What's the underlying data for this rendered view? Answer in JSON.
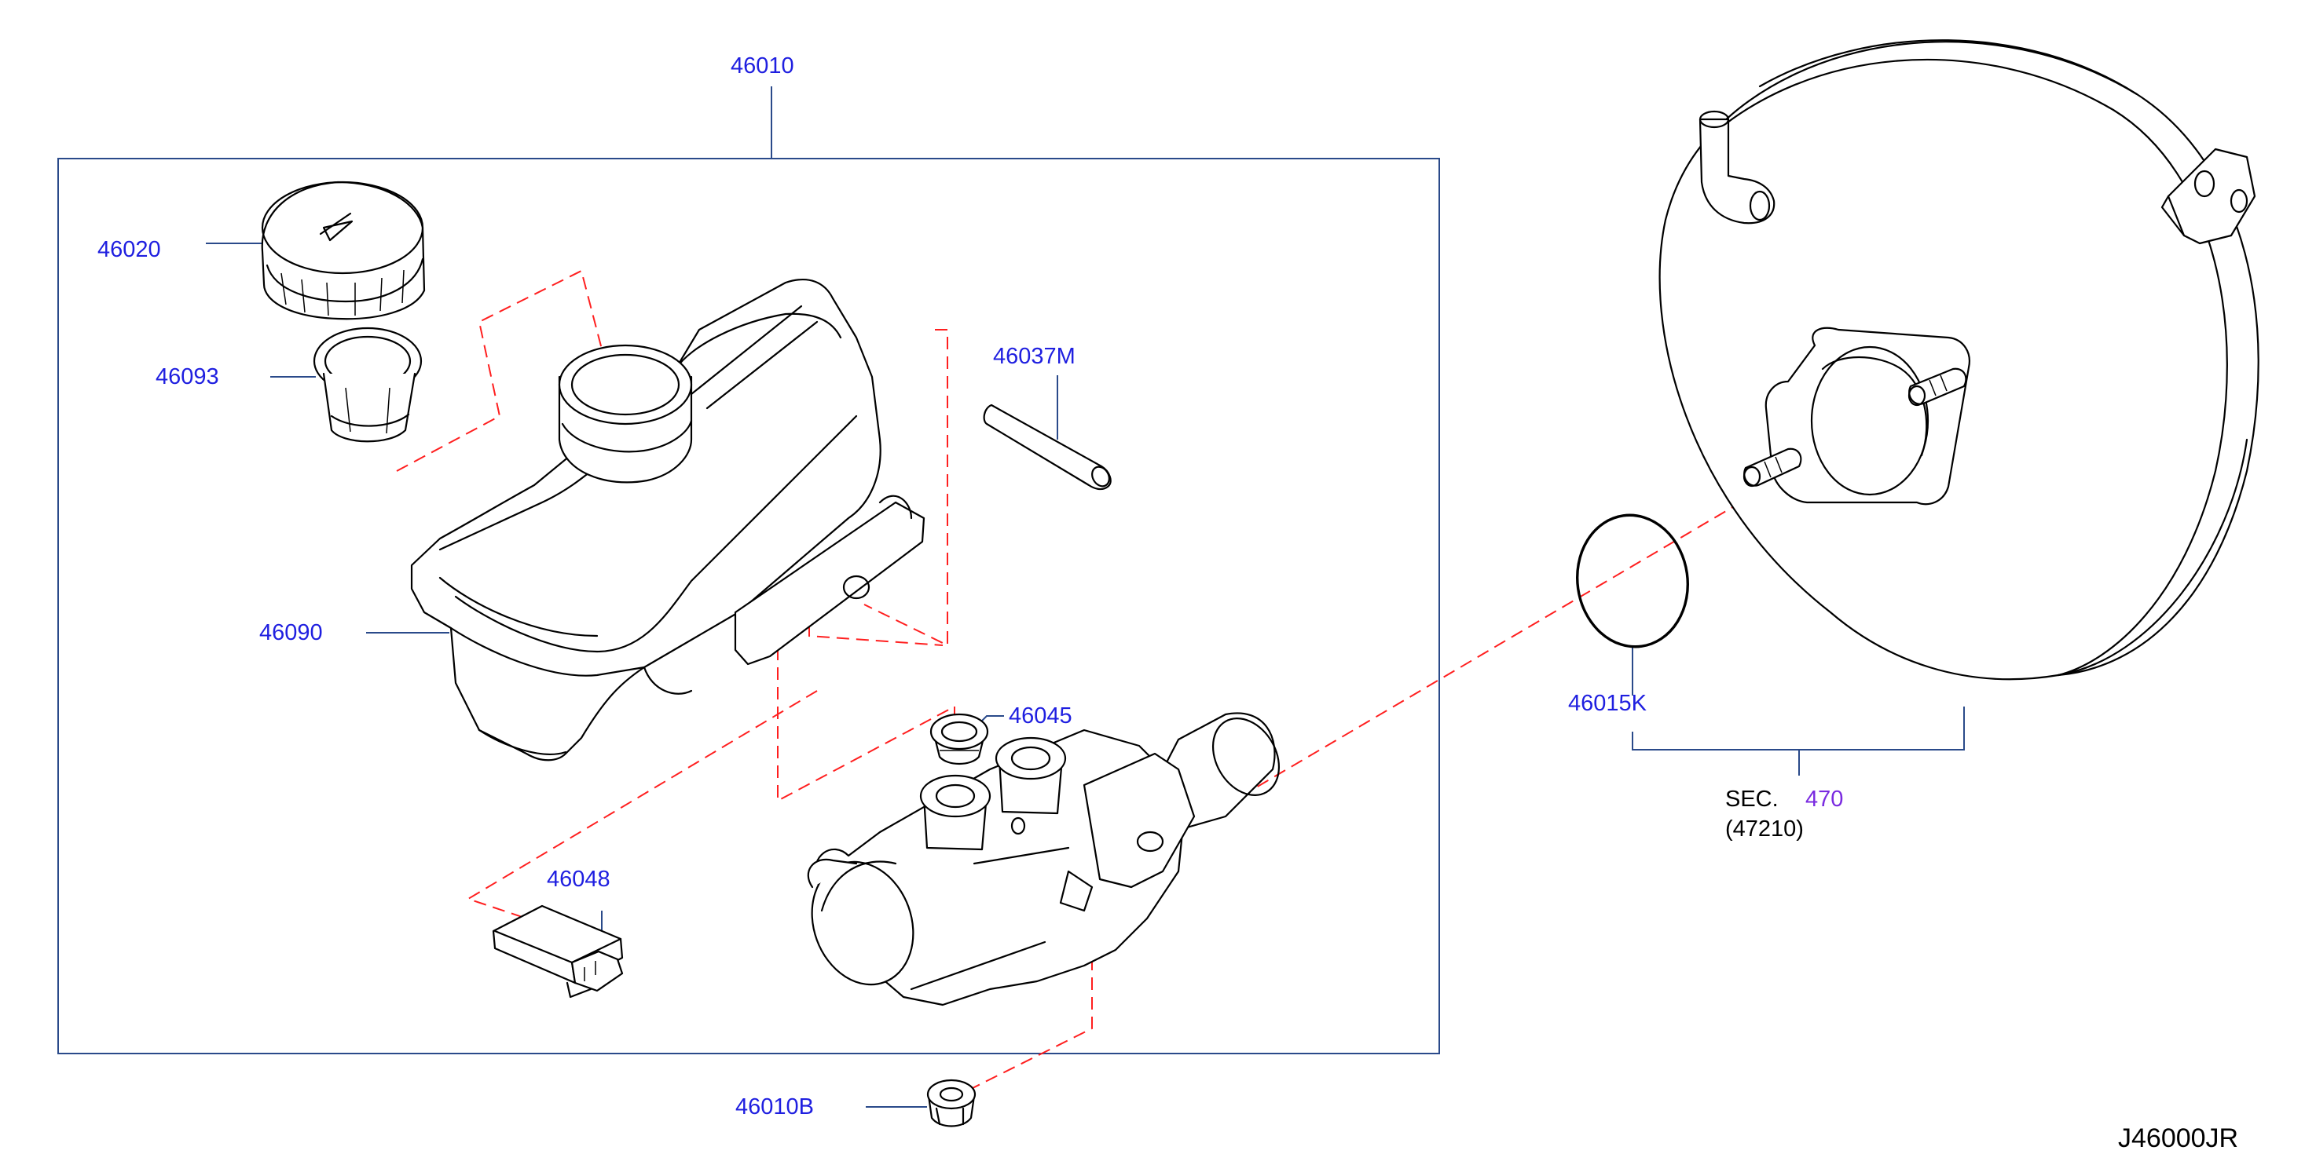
{
  "diagram": {
    "drawing_code": "J46000JR",
    "part_labels": {
      "p46010": "46010",
      "p46020": "46020",
      "p46093": "46093",
      "p46037M": "46037M",
      "p46090": "46090",
      "p46045": "46045",
      "p46048": "46048",
      "p46010B": "46010B",
      "p46015K": "46015K"
    },
    "section_ref": {
      "prefix": "SEC.",
      "number": "470",
      "sub": "(47210)"
    },
    "colors": {
      "label": "#1f1fe0",
      "section_link": "#7a2be0",
      "hidden_line": "#ff1f1f",
      "leader": "#2a4a8a",
      "ink": "#000000"
    }
  }
}
